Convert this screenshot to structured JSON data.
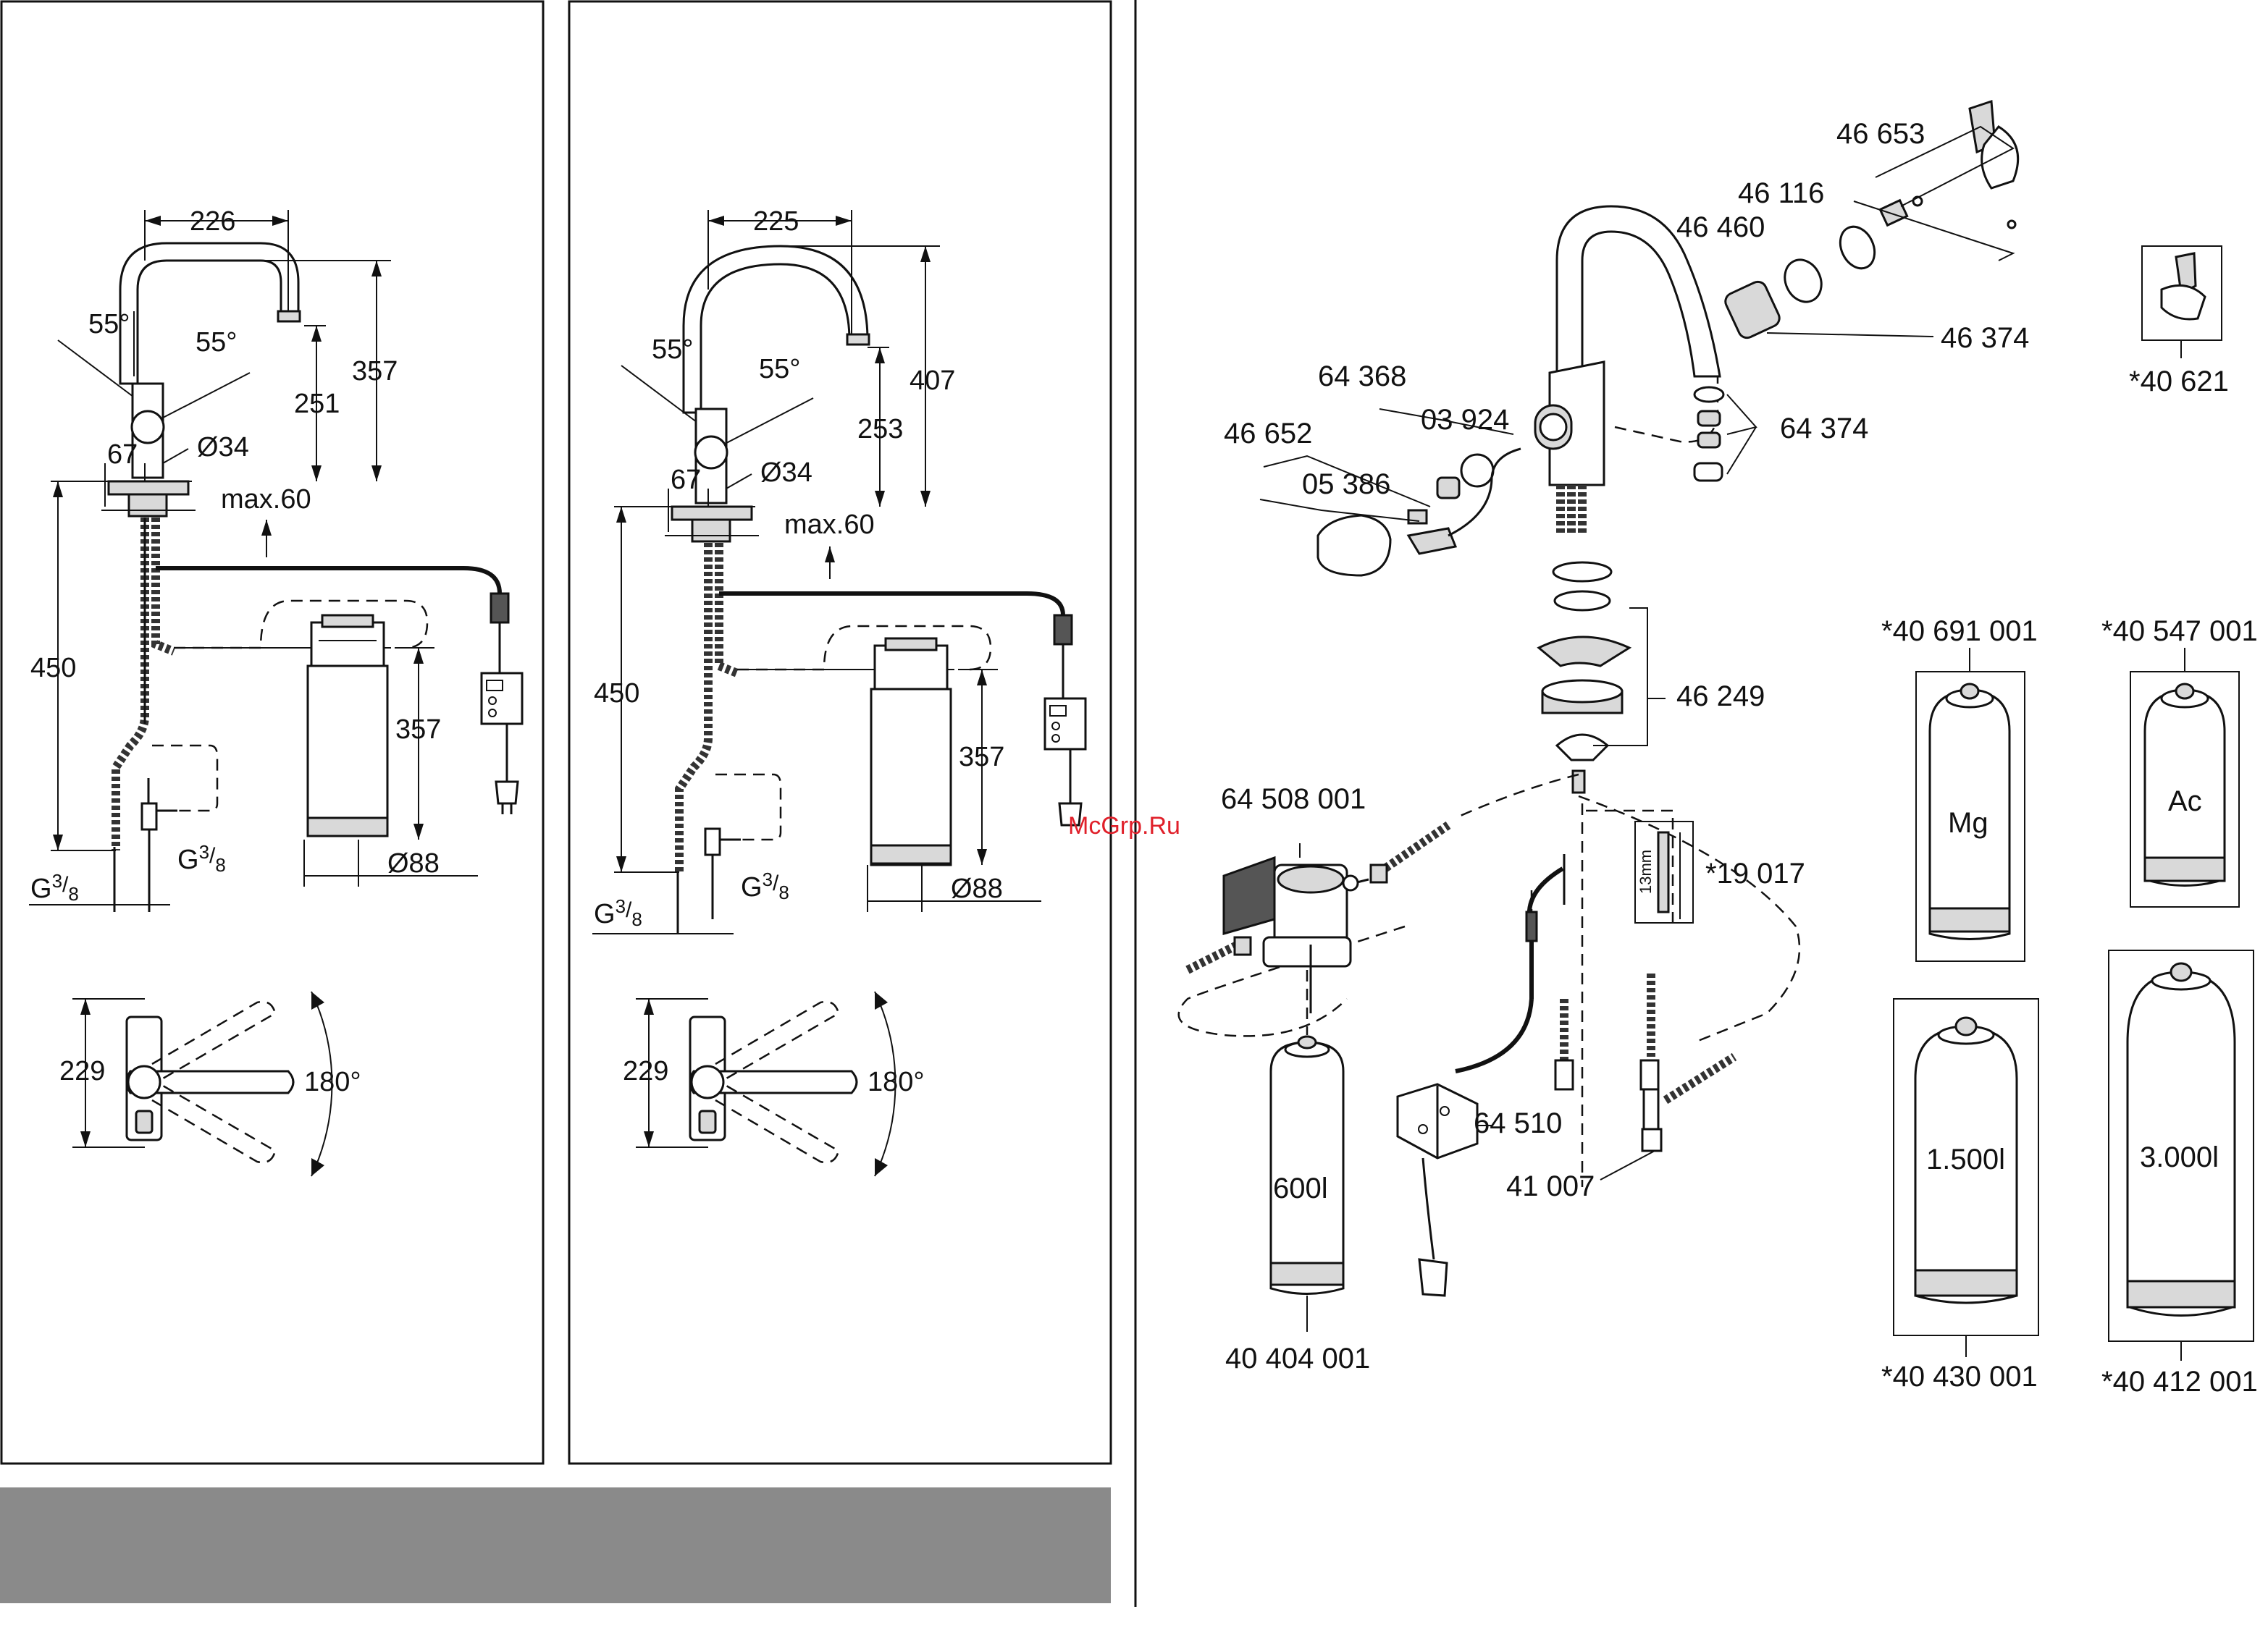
{
  "watermark": "McGrp.Ru",
  "panel1": {
    "dims": {
      "width_top": "226",
      "angle_left": "55°",
      "angle_right": "55°",
      "height_spout": "251",
      "height_total": "357",
      "width_base": "67",
      "diameter": "Ø34",
      "max": "max.60",
      "height_hose": "450",
      "height_filter": "357",
      "filter_diameter": "Ø88",
      "thread_a_g": "G",
      "thread_a_num": "3",
      "thread_a_den": "8",
      "thread_b_g": "G",
      "thread_b_num": "3",
      "thread_b_den": "8",
      "top_view_depth": "229",
      "top_view_angle": "180°"
    }
  },
  "panel2": {
    "dims": {
      "width_top": "225",
      "angle_left": "55°",
      "angle_right": "55°",
      "height_spout": "253",
      "height_total": "407",
      "width_base": "67",
      "diameter": "Ø34",
      "max": "max.60",
      "height_hose": "450",
      "height_filter": "357",
      "filter_diameter": "Ø88",
      "thread_a_g": "G",
      "thread_a_num": "3",
      "thread_a_den": "8",
      "thread_b_g": "G",
      "thread_b_num": "3",
      "thread_b_den": "8",
      "top_view_depth": "229",
      "top_view_angle": "180°"
    }
  },
  "parts": {
    "p46653": "46 653",
    "p46116": "46 116",
    "p46460": "46 460",
    "p46374": "46 374",
    "p40621": "*40 621",
    "p64368": "64 368",
    "p03924": "03 924",
    "p46652": "46 652",
    "p05386": "05 386",
    "p64374": "64 374",
    "p46249": "46 249",
    "p64508001": "64 508 001",
    "p19017": "*19 017",
    "p13mm": "13mm",
    "p64510": "64 510",
    "p41007": "41 007",
    "p40404001": "40 404 001",
    "cart600": "600l",
    "p40691001": "*40 691 001",
    "cartMg": "Mg",
    "p40547001": "*40 547 001",
    "cartAc": "Ac",
    "p40430001": "*40 430 001",
    "cart1500": "1.500l",
    "p40412001": "*40 412 001",
    "cart3000": "3.000l"
  }
}
